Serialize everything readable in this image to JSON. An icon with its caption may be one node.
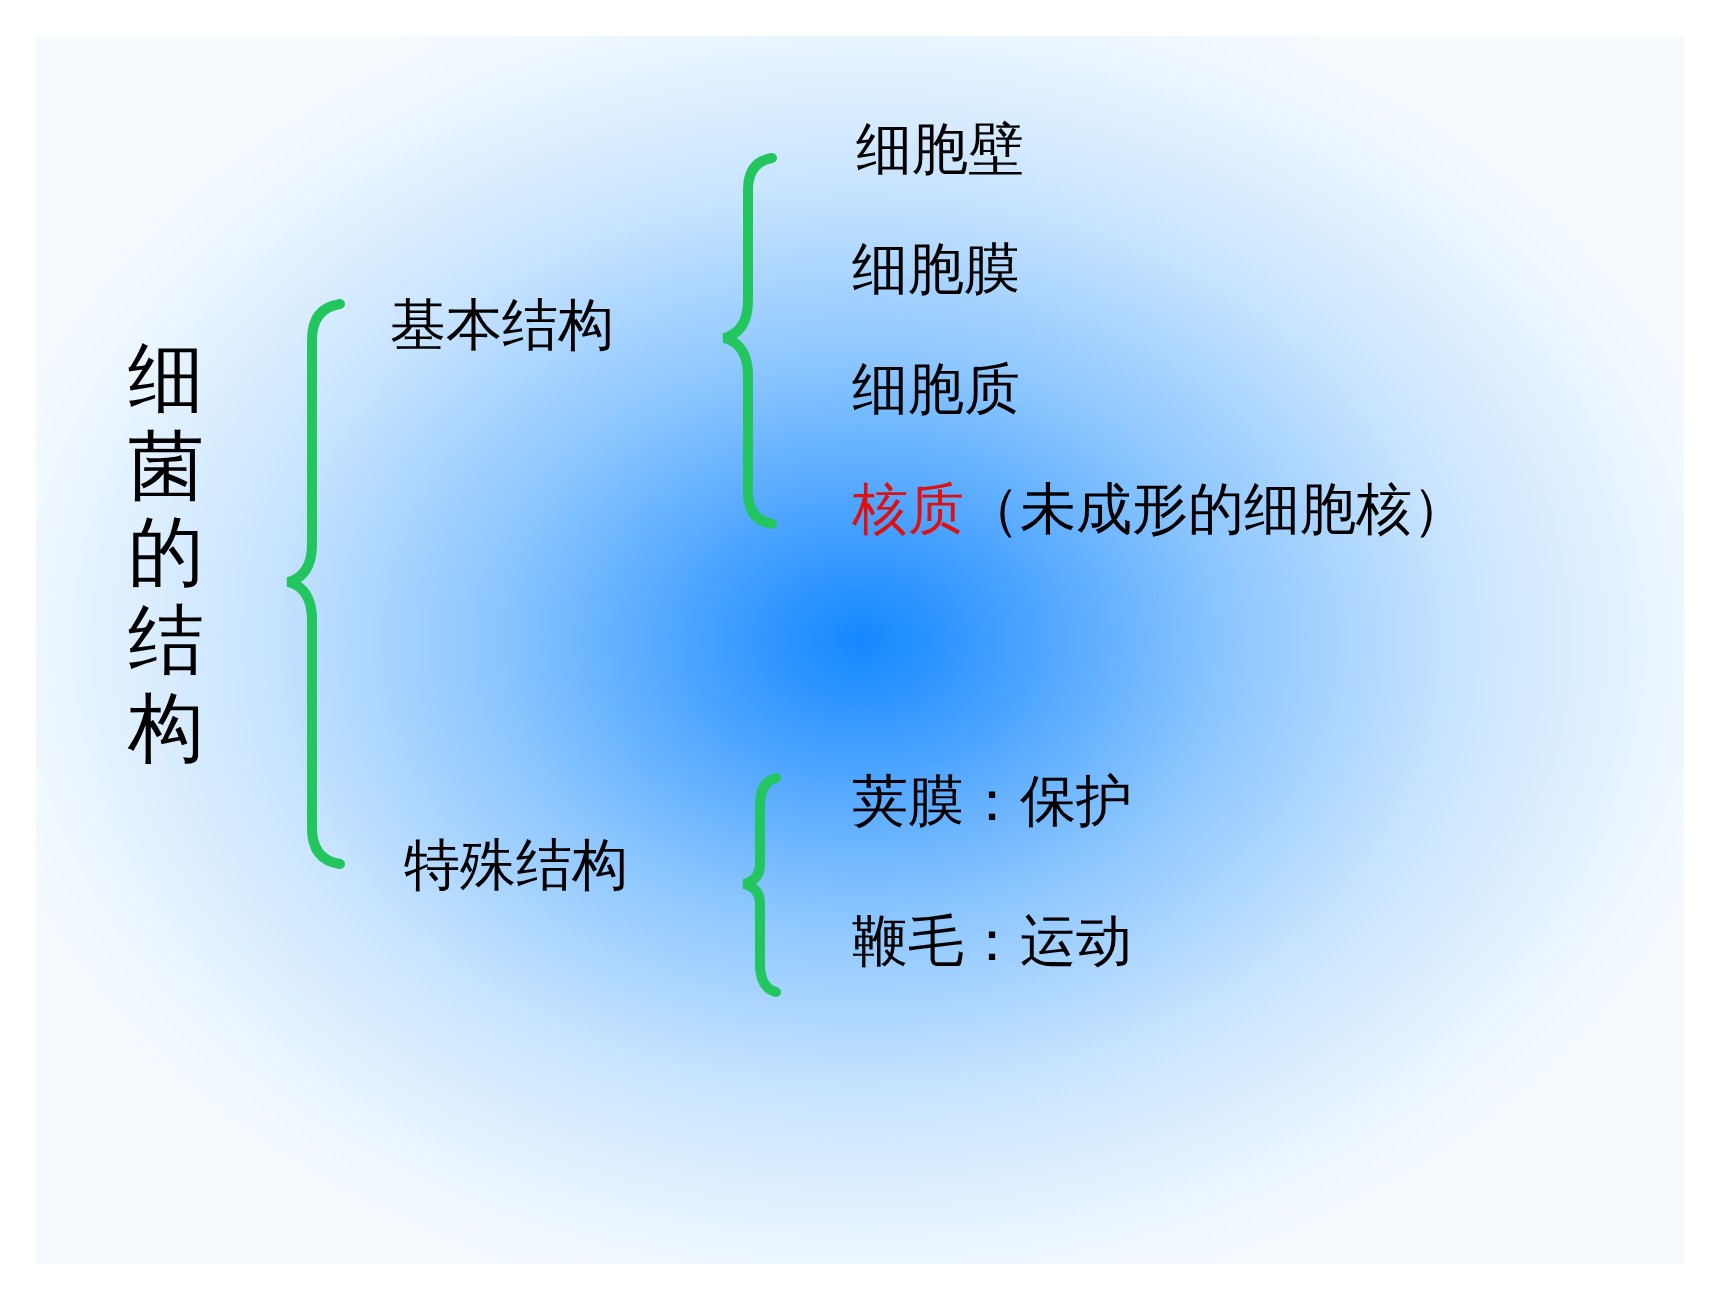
{
  "diagram": {
    "labels": [
      "细菌的结构",
      "基本结构",
      "细胞壁",
      "细胞膜",
      "细胞质",
      "核质",
      "（未成形的细胞核）",
      "特殊结构",
      "荚膜：保护",
      "鞭毛：运动"
    ]
  }
}
